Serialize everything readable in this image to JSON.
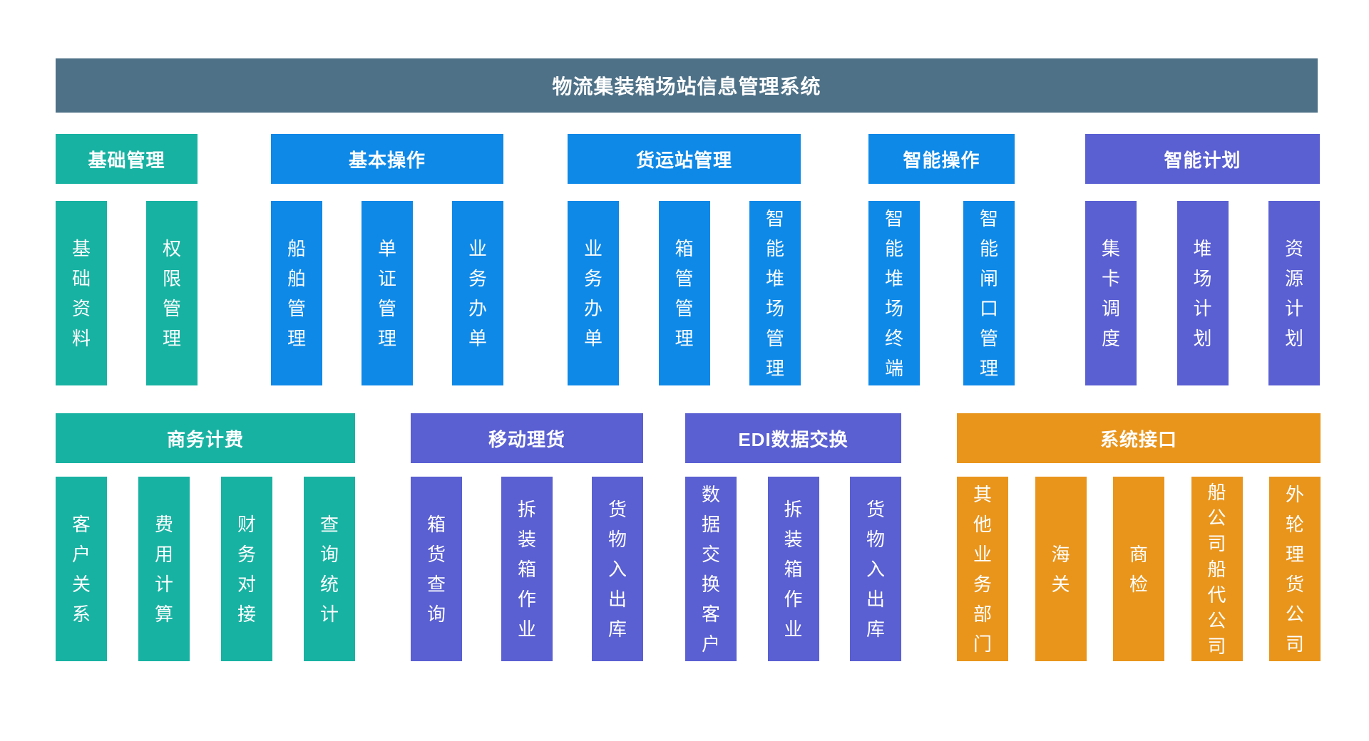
{
  "title": "物流集装箱场站信息管理系统",
  "palette": {
    "title_bar": "#4e7187",
    "teal": "#18b2a2",
    "blue": "#0e89e8",
    "purple": "#5a5fd2",
    "orange": "#e9951c",
    "text": "#ffffff"
  },
  "rows": [
    {
      "groups": [
        {
          "name": "基础管理",
          "color": "teal",
          "columns": [
            "基础资料",
            "权限管理"
          ]
        },
        {
          "name": "基本操作",
          "color": "blue",
          "columns": [
            "船舶管理",
            "单证管理",
            "业务办单"
          ]
        },
        {
          "name": "货运站管理",
          "color": "blue",
          "columns": [
            "业务办单",
            "箱管管理",
            "智能堆场管理"
          ]
        },
        {
          "name": "智能操作",
          "color": "blue",
          "columns": [
            "智能堆场终端",
            "智能闸口管理"
          ]
        },
        {
          "name": "智能计划",
          "color": "purple",
          "columns": [
            "集卡调度",
            "堆场计划",
            "资源计划"
          ]
        }
      ]
    },
    {
      "groups": [
        {
          "name": "商务计费",
          "color": "teal",
          "columns": [
            "客户关系",
            "费用计算",
            "财务对接",
            "查询统计"
          ]
        },
        {
          "name": "移动理货",
          "color": "purple",
          "columns": [
            "箱货查询",
            "拆装箱作业",
            "货物入出库"
          ]
        },
        {
          "name": "EDI数据交换",
          "color": "purple",
          "columns": [
            "数据交换客户",
            "拆装箱作业",
            "货物入出库"
          ]
        },
        {
          "name": "系统接口",
          "color": "orange",
          "columns": [
            "其他业务部门",
            "海关",
            "商检",
            "船公司船代公司",
            "外轮理货公司"
          ]
        }
      ]
    }
  ]
}
